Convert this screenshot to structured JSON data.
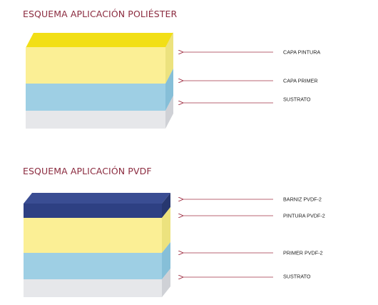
{
  "diagrams": [
    {
      "title": "ESQUEMA APLICACIÓN POLIÉSTER",
      "layers": [
        {
          "label": "CAPA PINTURA",
          "front": "#fbef95",
          "top": "#f2df16",
          "side": "#ece27e"
        },
        {
          "label": "CAPA PRIMER",
          "front": "#9ecfe4",
          "side": "#86bfd8"
        },
        {
          "label": "SUSTRATO",
          "front": "#e6e7ea",
          "side": "#cfd1d6"
        }
      ]
    },
    {
      "title": "ESQUEMA APLICACIÓN PVDF",
      "layers": [
        {
          "label": "BARNIZ PVDF-2",
          "front": "#2e4083",
          "top": "#3a4d93",
          "side": "#27376f"
        },
        {
          "label": "PINTURA PVDF-2",
          "front": "#fbef95",
          "side": "#ece27e"
        },
        {
          "label": "PRIMER PVDF-2",
          "front": "#9ecfe4",
          "side": "#86bfd8"
        },
        {
          "label": "SUSTRATO",
          "front": "#e6e7ea",
          "side": "#cfd1d6"
        }
      ]
    }
  ],
  "colors": {
    "accent": "#8b2b3f",
    "arrow": "#a03045"
  }
}
